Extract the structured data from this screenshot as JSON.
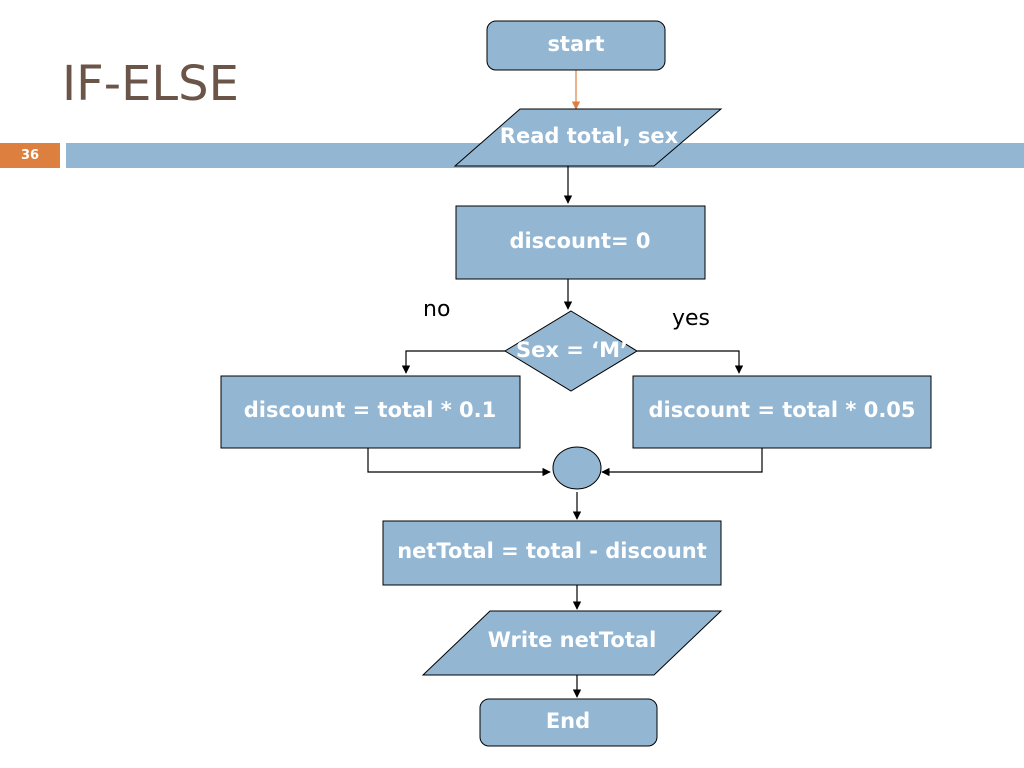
{
  "slide": {
    "title": "IF-ELSE",
    "number": "36"
  },
  "colors": {
    "shape_fill": "#93b6d3",
    "accent_orange": "#dd7f3e",
    "title_color": "#6b5548",
    "title_bar": "#93b6d3"
  },
  "flowchart": {
    "nodes": {
      "start": "start",
      "read": "Read total, sex",
      "init": "discount= 0",
      "decision": "Sex = ‘M’",
      "no_branch": "discount = total * 0.1",
      "yes_branch": "discount = total * 0.05",
      "merge": "",
      "compute": "netTotal = total - discount",
      "write": "Write netTotal",
      "end": "End"
    },
    "branch_labels": {
      "no": "no",
      "yes": "yes"
    }
  }
}
